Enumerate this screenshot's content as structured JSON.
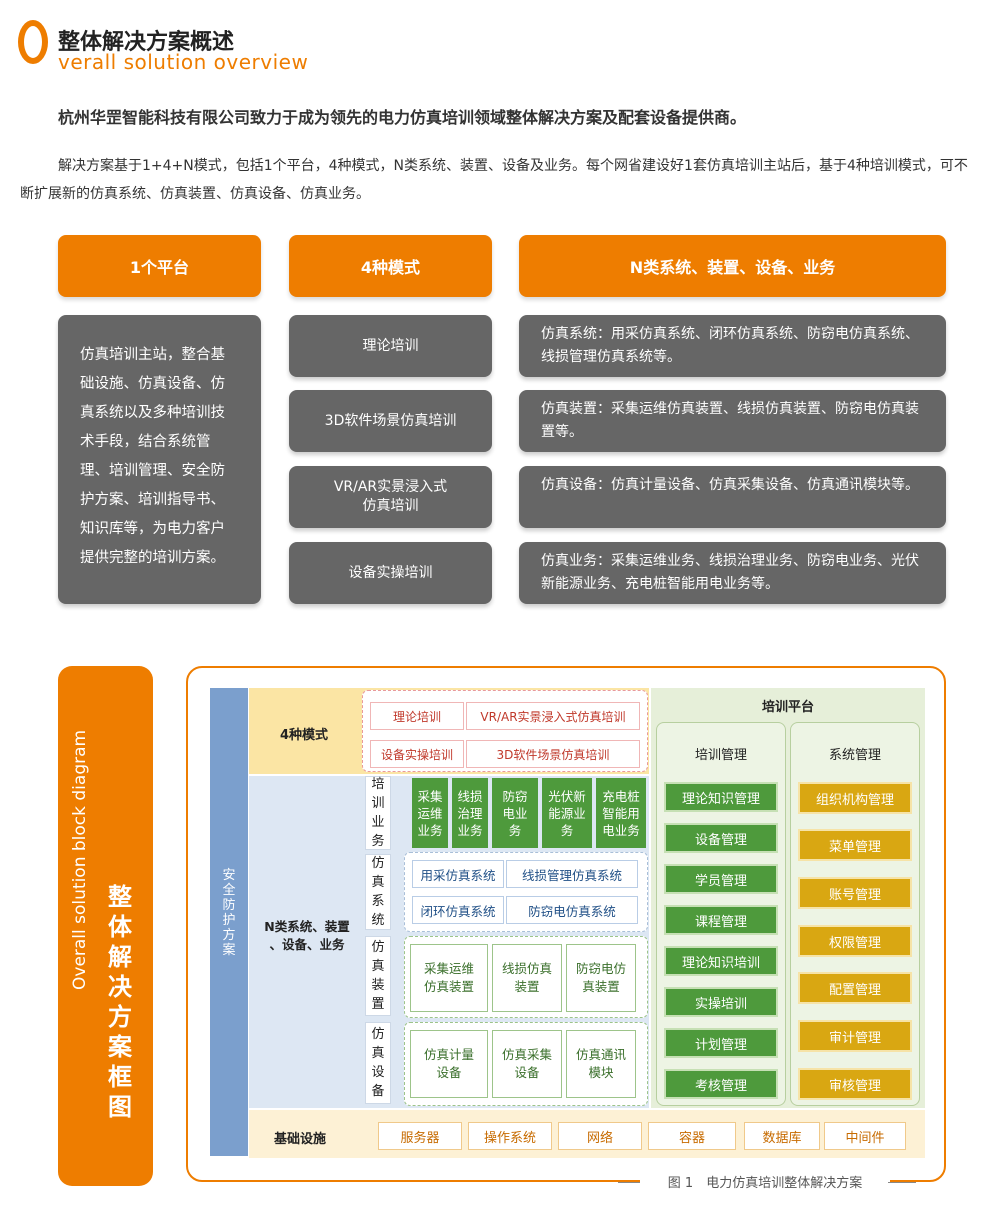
{
  "header": {
    "o_letter": "O",
    "title_cn": "整体解决方案概述",
    "title_en": "verall solution overview"
  },
  "lead": "杭州华罡智能科技有限公司致力于成为领先的电力仿真培训领域整体解决方案及配套设备提供商。",
  "paragraph": "解决方案基于1+4+N模式，包括1个平台，4种模式，N类系统、装置、设备及业务。每个网省建设好1套仿真培训主站后，基于4种培训模式，可不断扩展新的仿真系统、仿真装置、仿真设备、仿真业务。",
  "columns": {
    "platform": {
      "header": "1个平台",
      "body": "仿真培训主站，整合基础设施、仿真设备、仿真系统以及多种培训技术手段，结合系统管理、培训管理、安全防护方案、培训指导书、知识库等，为电力客户提供完整的培训方案。"
    },
    "modes": {
      "header": "4种模式",
      "items": [
        "理论培训",
        "3D软件场景仿真培训",
        "VR/AR实景浸入式\n仿真培训",
        "设备实操培训"
      ]
    },
    "ntypes": {
      "header": "N类系统、装置、设备、业务",
      "items": [
        "仿真系统：用采仿真系统、闭环仿真系统、防窃电仿真系统、线损管理仿真系统等。",
        "仿真装置：采集运维仿真装置、线损仿真装置、防窃电仿真装置等。",
        "仿真设备：仿真计量设备、仿真采集设备、仿真通讯模块等。",
        "仿真业务：采集运维业务、线损治理业务、防窃电业务、光伏新能源业务、充电桩智能用电业务等。"
      ]
    }
  },
  "diagram": {
    "side_en": "Overall solution block diagram",
    "side_cn": "整体解决方案框图",
    "safety": "安全防护方案",
    "mode_label": "4种模式",
    "modes": [
      "理论培训",
      "VR/AR实景浸入式仿真培训",
      "设备实操培训",
      "3D软件场景仿真培训"
    ],
    "n_label": "N类系统、装置\n、设备、业务",
    "training_business_label": "培训业务",
    "training_business": [
      "采集\n运维\n业务",
      "线损\n治理\n业务",
      "防窃\n电业\n务",
      "光伏新\n能源业\n务",
      "充电桩\n智能用\n电业务"
    ],
    "sim_system_label": "仿真系统",
    "sim_systems": [
      "用采仿真系统",
      "线损管理仿真系统",
      "闭环仿真系统",
      "防窃电仿真系统"
    ],
    "sim_device_label": "仿真装置",
    "sim_devices": [
      "采集运维\n仿真装置",
      "线损仿真\n装置",
      "防窃电仿\n真装置"
    ],
    "sim_equip_label": "仿真设备",
    "sim_equips": [
      "仿真计量\n设备",
      "仿真采集\n设备",
      "仿真通讯\n模块"
    ],
    "platform_title": "培训平台",
    "training_mgmt_title": "培训管理",
    "training_mgmt": [
      "理论知识管理",
      "设备管理",
      "学员管理",
      "课程管理",
      "理论知识培训",
      "实操培训",
      "计划管理",
      "考核管理"
    ],
    "system_mgmt_title": "系统管理",
    "system_mgmt": [
      "组织机构管理",
      "菜单管理",
      "账号管理",
      "权限管理",
      "配置管理",
      "审计管理",
      "审核管理"
    ],
    "infra_label": "基础设施",
    "infra": [
      "服务器",
      "操作系统",
      "网络",
      "容器",
      "数据库",
      "中间件"
    ],
    "caption": "图 1　电力仿真培训整体解决方案"
  },
  "colors": {
    "accent": "#ee7d00",
    "dark_box": "#666666",
    "green": "#4e9a3c",
    "gold": "#d9a712",
    "blue": "#7b9fcd"
  }
}
